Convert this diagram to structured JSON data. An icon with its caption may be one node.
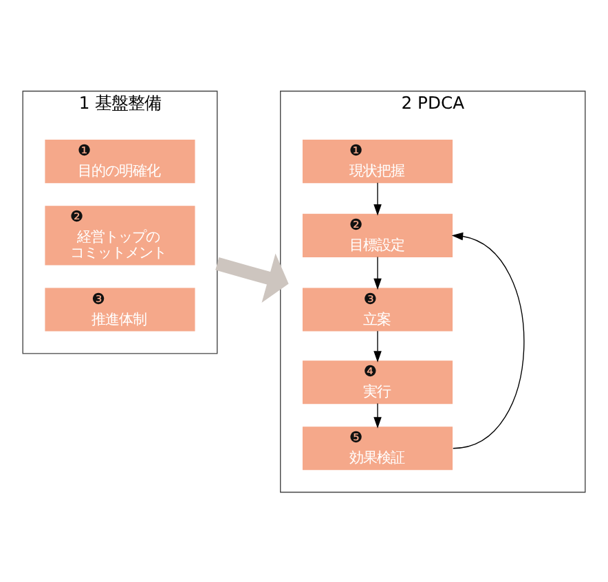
{
  "diagram": {
    "nodes": [
      {
        "text": [
          "1 基盤整備"
        ]
      },
      {
        "text": [
          "❶",
          "目的の明確化"
        ],
        "in": 0
      },
      {
        "text": [
          "❷",
          "経営トップのコミットメント"
        ],
        "in": 0
      },
      {
        "text": [
          "❸",
          "推進体制"
        ],
        "in": 0
      },
      {
        "text": [
          "2 PDCA"
        ]
      },
      {
        "text": [
          "❶",
          "現状把握"
        ],
        "in": 4
      },
      {
        "text": [
          "❷",
          "目標設定"
        ],
        "in": 4
      },
      {
        "text": [
          "❸",
          "立案"
        ],
        "in": 4
      },
      {
        "text": [
          "❹",
          "実行"
        ],
        "in": 4
      },
      {
        "text": [
          "❺",
          "効果検証"
        ],
        "in": 4
      }
    ],
    "edges": [
      {
        "from": 0,
        "to": 4,
        "arrow": "to",
        "style": "thick",
        "color": "#cdc5bf"
      },
      {
        "from": 5,
        "to": 6,
        "arrow": "to"
      },
      {
        "from": 6,
        "to": 7,
        "arrow": "to"
      },
      {
        "from": 7,
        "to": 8,
        "arrow": "to"
      },
      {
        "from": 8,
        "to": 9,
        "arrow": "to"
      },
      {
        "from": 9,
        "to": 6,
        "arrow": "to"
      }
    ]
  }
}
